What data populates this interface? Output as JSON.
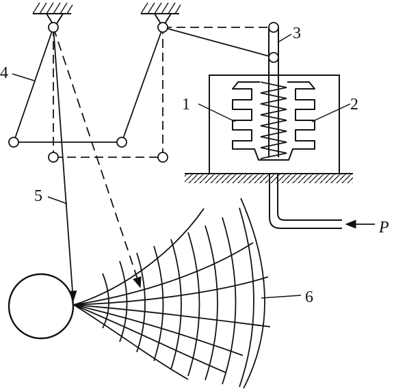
{
  "labels": {
    "l1": "1",
    "l2": "2",
    "l3": "3",
    "l4": "4",
    "l5": "5",
    "l6": "6",
    "lP": "P"
  },
  "colors": {
    "ink": "#111111",
    "paper": "#ffffff"
  }
}
